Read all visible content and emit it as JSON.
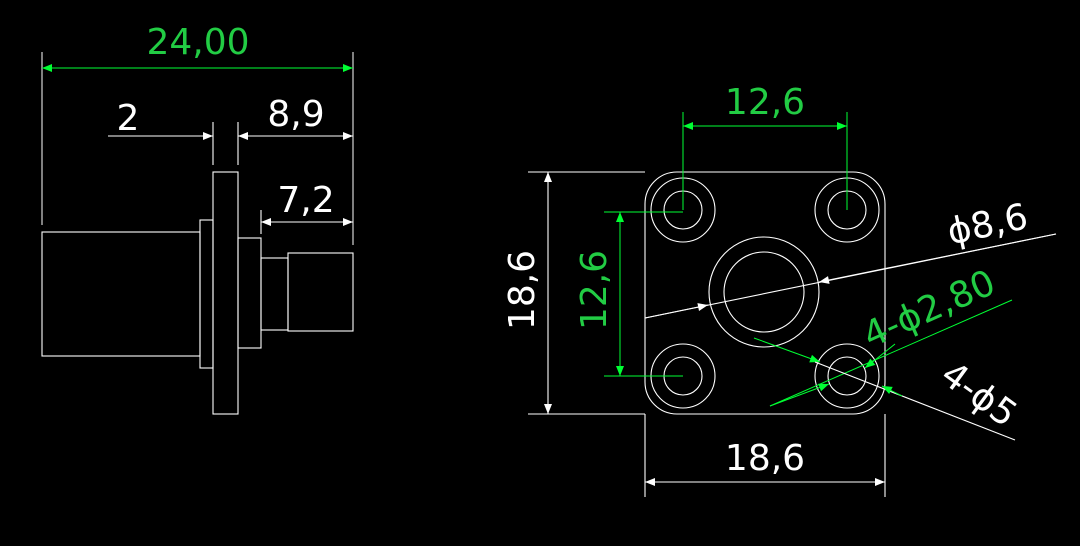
{
  "colors": {
    "background": "#000000",
    "geometry": "#ffffff",
    "dimension": "#00ff33",
    "dimension_text": "#22cc44"
  },
  "side_view": {
    "overall_length": "24,00",
    "flange_thickness": "2",
    "front_length": "8,9",
    "pin_length": "7,2"
  },
  "front_view": {
    "hole_spacing_horizontal": "12,6",
    "hole_spacing_vertical": "12,6",
    "overall_height": "18,6",
    "overall_width": "18,6",
    "center_diameter": "ϕ8,6",
    "mounting_hole_diameter": "4-ϕ2,80",
    "hole_counterbore_diameter": "4-ϕ5"
  }
}
